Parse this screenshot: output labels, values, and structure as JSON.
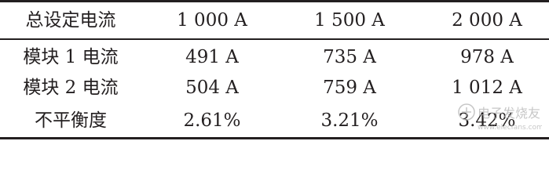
{
  "table": {
    "header": [
      "总设定电流",
      "1 000 A",
      "1 500 A",
      "2 000 A"
    ],
    "rows": [
      [
        "模块 1 电流",
        "491 A",
        "735 A",
        "978 A"
      ],
      [
        "模块 2 电流",
        "504 A",
        "759 A",
        "1 012 A"
      ],
      [
        "不平衡度",
        "2.61%",
        "3.21%",
        "3.42%"
      ]
    ]
  },
  "watermark": {
    "text": "电子发烧友",
    "url": "www.elecfans.com",
    "color": "#b4b4b4"
  }
}
